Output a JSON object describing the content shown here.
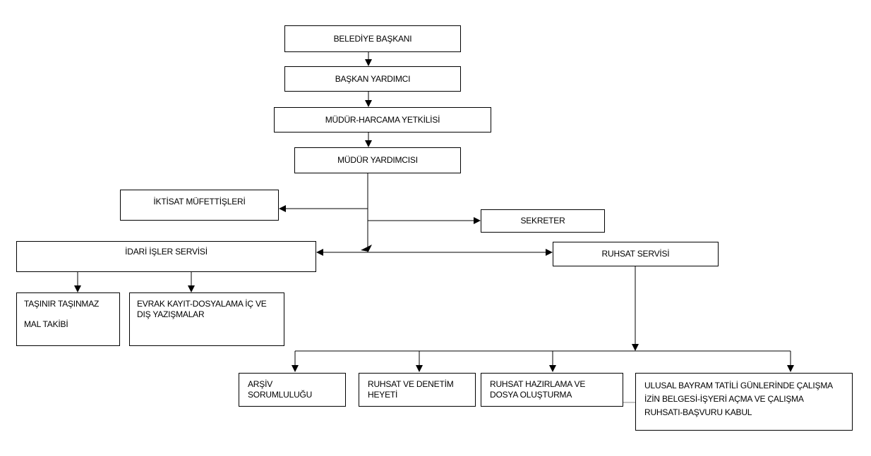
{
  "nodes": {
    "baskan": "BELEDİYE BAŞKANI",
    "baskan_yardimci": "BAŞKAN YARDIMCI",
    "mudur": "MÜDÜR-HARCAMA YETKİLİSİ",
    "mudur_yardimcisi": "MÜDÜR YARDIMCISI",
    "iktisat": "İKTİSAT MÜFETTİŞLERİ",
    "sekreter": "SEKRETER",
    "idari": "İDARİ İŞLER SERVİSİ",
    "ruhsat": "RUHSAT SERVİSİ",
    "tasinir": [
      "TAŞINIR TAŞINMAZ",
      "MAL TAKİBİ"
    ],
    "evrak": [
      "EVRAK KAYIT-DOSYALAMA İÇ VE",
      "DIŞ YAZIŞMALAR"
    ],
    "arsiv": [
      "ARŞİV",
      "SORUMLULUĞU"
    ],
    "denetim": [
      "RUHSAT VE DENETİM",
      "HEYETİ"
    ],
    "hazirlama": [
      "RUHSAT HAZIRLAMA VE",
      "DOSYA OLUŞTURMA"
    ],
    "ulusal": [
      "ULUSAL BAYRAM TATİLİ GÜNLERİNDE ÇALIŞMA",
      "İZİN BELGESİ-İŞYERİ AÇMA VE ÇALIŞMA",
      "RUHSATI-BAŞVURU KABUL"
    ]
  },
  "colors": {
    "line": "#000000",
    "box_border": "#000000",
    "text": "#000000"
  }
}
